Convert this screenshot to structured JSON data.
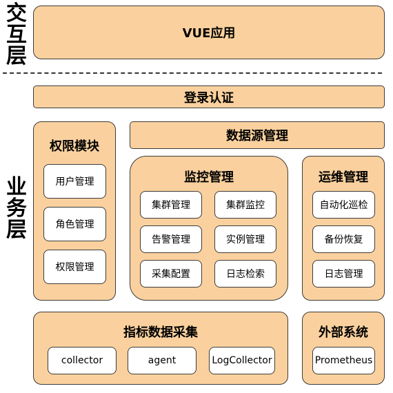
{
  "side_labels": {
    "interaction": [
      "交",
      "互",
      "层"
    ],
    "business": [
      "业",
      "务",
      "层"
    ]
  },
  "vue_app": "VUE应用",
  "login_auth": "登录认证",
  "permission": {
    "title": "权限模块",
    "items": [
      "用户管理",
      "角色管理",
      "权限管理"
    ]
  },
  "datasource": "数据源管理",
  "monitoring": {
    "title": "监控管理",
    "items": [
      "集群管理",
      "集群监控",
      "告警管理",
      "实例管理",
      "采集配置",
      "日志检索"
    ]
  },
  "ops": {
    "title": "运维管理",
    "items": [
      "自动化巡检",
      "备份恢复",
      "日志管理"
    ]
  },
  "metrics": {
    "title": "指标数据采集",
    "items": [
      "collector",
      "agent",
      "LogCollector"
    ]
  },
  "external": {
    "title": "外部系统",
    "items": [
      "Prometheus"
    ]
  }
}
